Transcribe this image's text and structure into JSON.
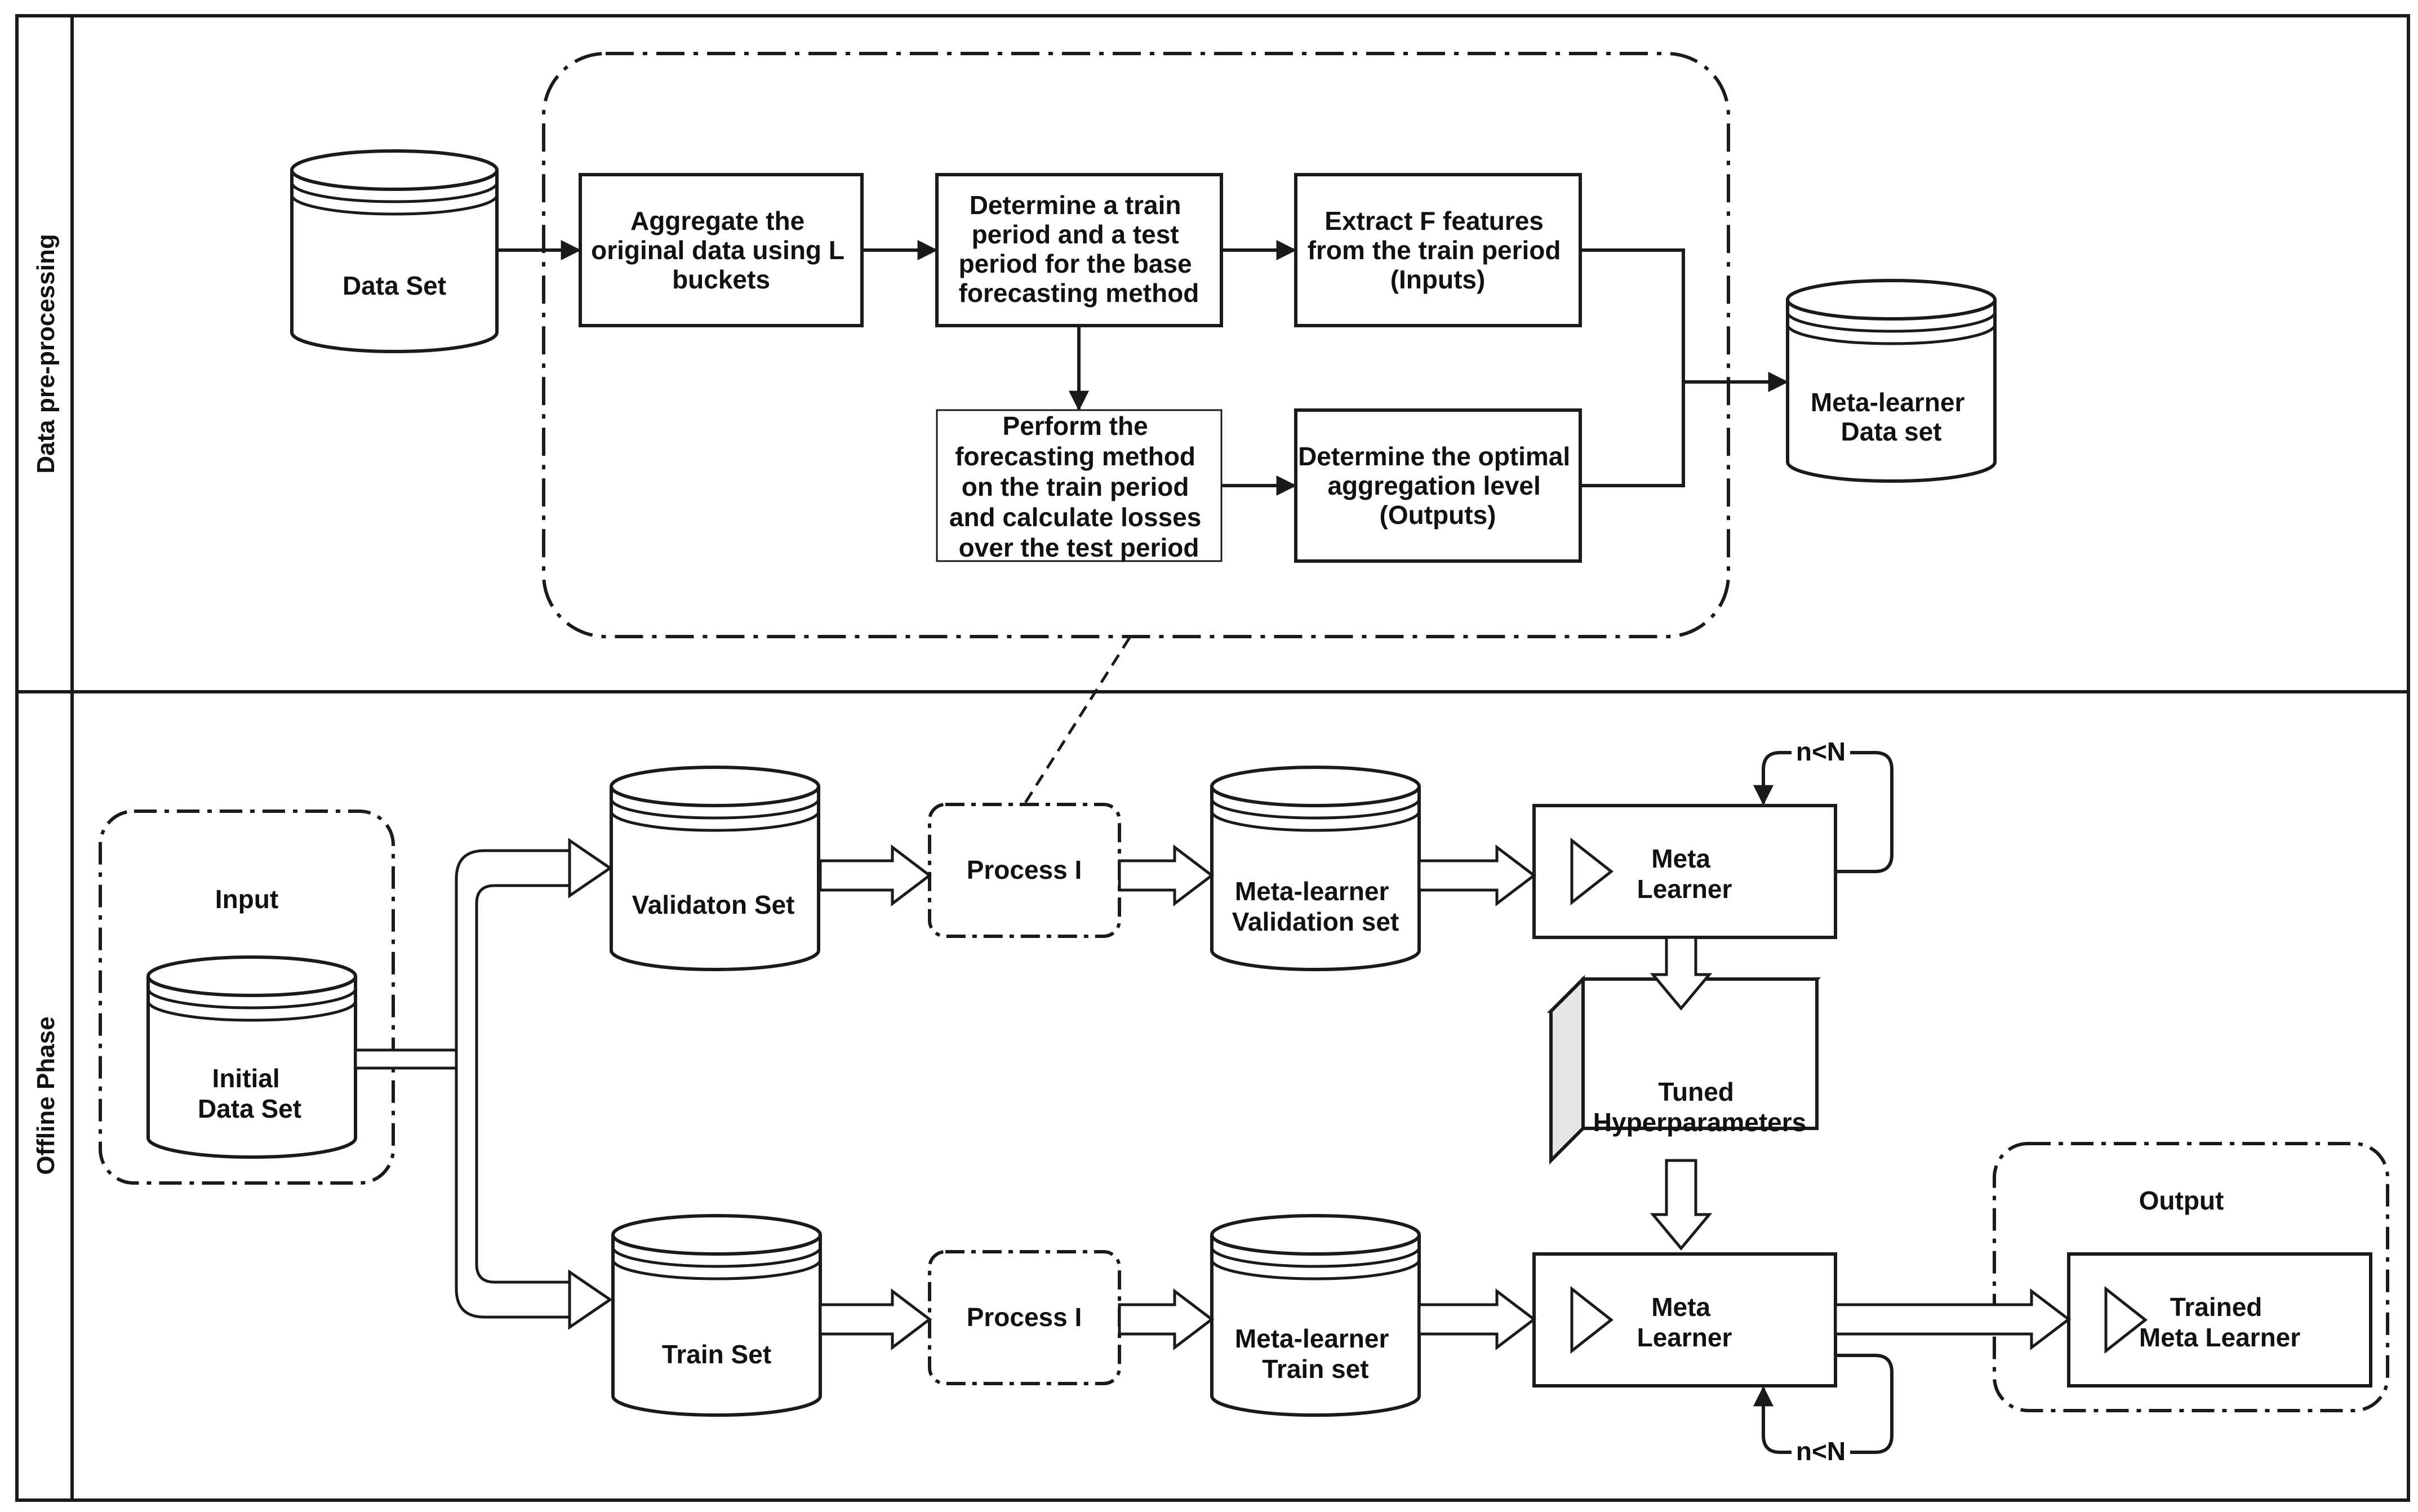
{
  "lanes": {
    "top": "Data pre-processing",
    "bottom": "Offline Phase"
  },
  "top": {
    "data_set": [
      "Data Set"
    ],
    "aggregate": [
      "Aggregate the",
      "original data using L",
      "buckets"
    ],
    "determine_train": [
      "Determine a train",
      "period and a test",
      "period for the base",
      "forecasting method"
    ],
    "extract": [
      "Extract F features",
      "from the train period",
      "(Inputs)"
    ],
    "perform": [
      "Perform the",
      "forecasting method",
      "on the train period",
      "and calculate losses",
      "over the test period"
    ],
    "optimal": [
      "Determine the optimal",
      "aggregation level",
      "(Outputs)"
    ],
    "meta_dataset": [
      "Meta-learner",
      "Data set"
    ]
  },
  "bottom": {
    "input_group": "Input",
    "initial": [
      "Initial",
      "Data Set"
    ],
    "validation_set": [
      "Validaton Set"
    ],
    "train_set": [
      "Train Set"
    ],
    "process_top": "Process I",
    "process_bottom": "Process I",
    "ml_validation": [
      "Meta-learner",
      "Validation set"
    ],
    "ml_train": [
      "Meta-learner",
      "Train set"
    ],
    "meta_top": [
      "Meta",
      "Learner"
    ],
    "meta_bottom": [
      "Meta",
      "Learner"
    ],
    "loop_top": "n<N",
    "loop_bottom": "n<N",
    "tuned": [
      "Tuned",
      "Hyperparameters"
    ],
    "output_group": "Output",
    "trained": [
      "Trained",
      "Meta Learner"
    ]
  }
}
